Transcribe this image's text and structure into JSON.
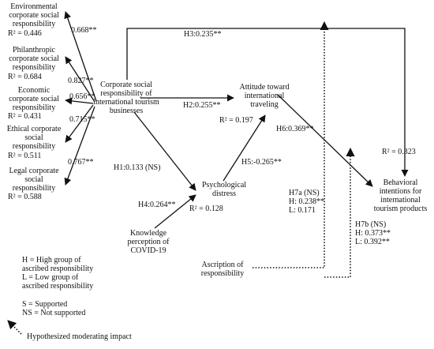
{
  "dimensions": {
    "env": {
      "lines": [
        "Environmental",
        "corporate social",
        "responsibility"
      ],
      "r2": "R² = 0.446",
      "path": "0.668**"
    },
    "phil": {
      "lines": [
        "Philanthropic",
        "corporate social",
        "responsibility"
      ],
      "r2": "R² = 0.684",
      "path": "0.827**"
    },
    "econ": {
      "lines": [
        "Economic",
        "corporate social",
        "responsibility"
      ],
      "r2": "R² = 0.431",
      "path": "0.656**"
    },
    "eth": {
      "lines": [
        "Ethical corporate",
        "social",
        "responsibility"
      ],
      "r2": "R² = 0.511",
      "path": "0.715**"
    },
    "legal": {
      "lines": [
        "Legal corporate",
        "social",
        "responsibility"
      ],
      "r2": "R² = 0.588",
      "path": "0.767**"
    }
  },
  "constructs": {
    "csr": {
      "lines": [
        "Corporate social",
        "responsibility of",
        "international tourism",
        "businesses"
      ]
    },
    "attitude": {
      "lines": [
        "Attitude toward",
        "international",
        "traveling"
      ],
      "r2": "R² = 0.197"
    },
    "distress": {
      "lines": [
        "Psychological",
        "distress"
      ],
      "r2": "R² = 0.128"
    },
    "knowledge": {
      "lines": [
        "Knowledge",
        "perception of",
        "COVID-19"
      ]
    },
    "behavioral": {
      "lines": [
        "Behavioral",
        "intentions for",
        "international",
        "tourism products"
      ],
      "r2": "R² = 0.323"
    },
    "ascription": {
      "lines": [
        "Ascription of",
        "responsibility"
      ]
    }
  },
  "hypotheses": {
    "h1": "H1:0.133 (NS)",
    "h2": "H2:0.255**",
    "h3": "H3:0.235**",
    "h4": "H4:0.264**",
    "h5": "H5:-0.265**",
    "h6": "H6:0.369**",
    "h7a": {
      "lines": [
        "H7a (NS)",
        "H: 0.238**",
        "L: 0.171"
      ]
    },
    "h7b": {
      "lines": [
        "H7b (NS)",
        "H: 0.373**",
        "L: 0.392**"
      ]
    }
  },
  "legend": {
    "groups": [
      "H = High group of",
      "ascribed responsibility",
      "L = Low group of",
      "ascribed responsibility"
    ],
    "support": [
      "S = Supported",
      "NS = Not supported"
    ],
    "moderating": "Hypothesized moderating impact"
  }
}
